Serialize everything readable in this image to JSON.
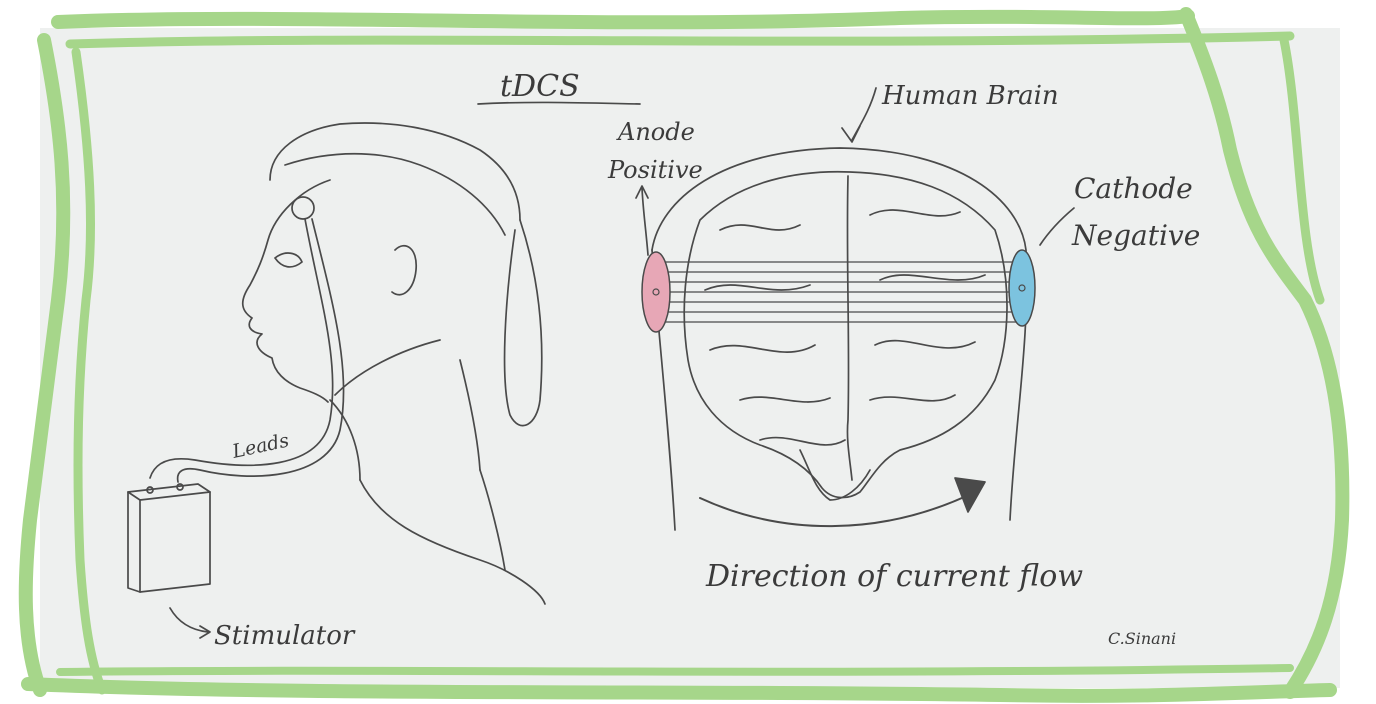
{
  "title": "tDCS",
  "labels": {
    "human_brain": "Human Brain",
    "anode_line1": "Anode",
    "anode_line2": "Positive",
    "cathode_line1": "Cathode",
    "cathode_line2": "Negative",
    "leads": "Leads",
    "stimulator": "Stimulator",
    "direction": "Direction of current flow",
    "signature": "C.Sinani"
  },
  "colors": {
    "frame": "#a6d68a",
    "paper": "#eef0ef",
    "pencil": "#4a4a4a",
    "anode": "#e7a7b6",
    "cathode": "#7cc3df"
  }
}
